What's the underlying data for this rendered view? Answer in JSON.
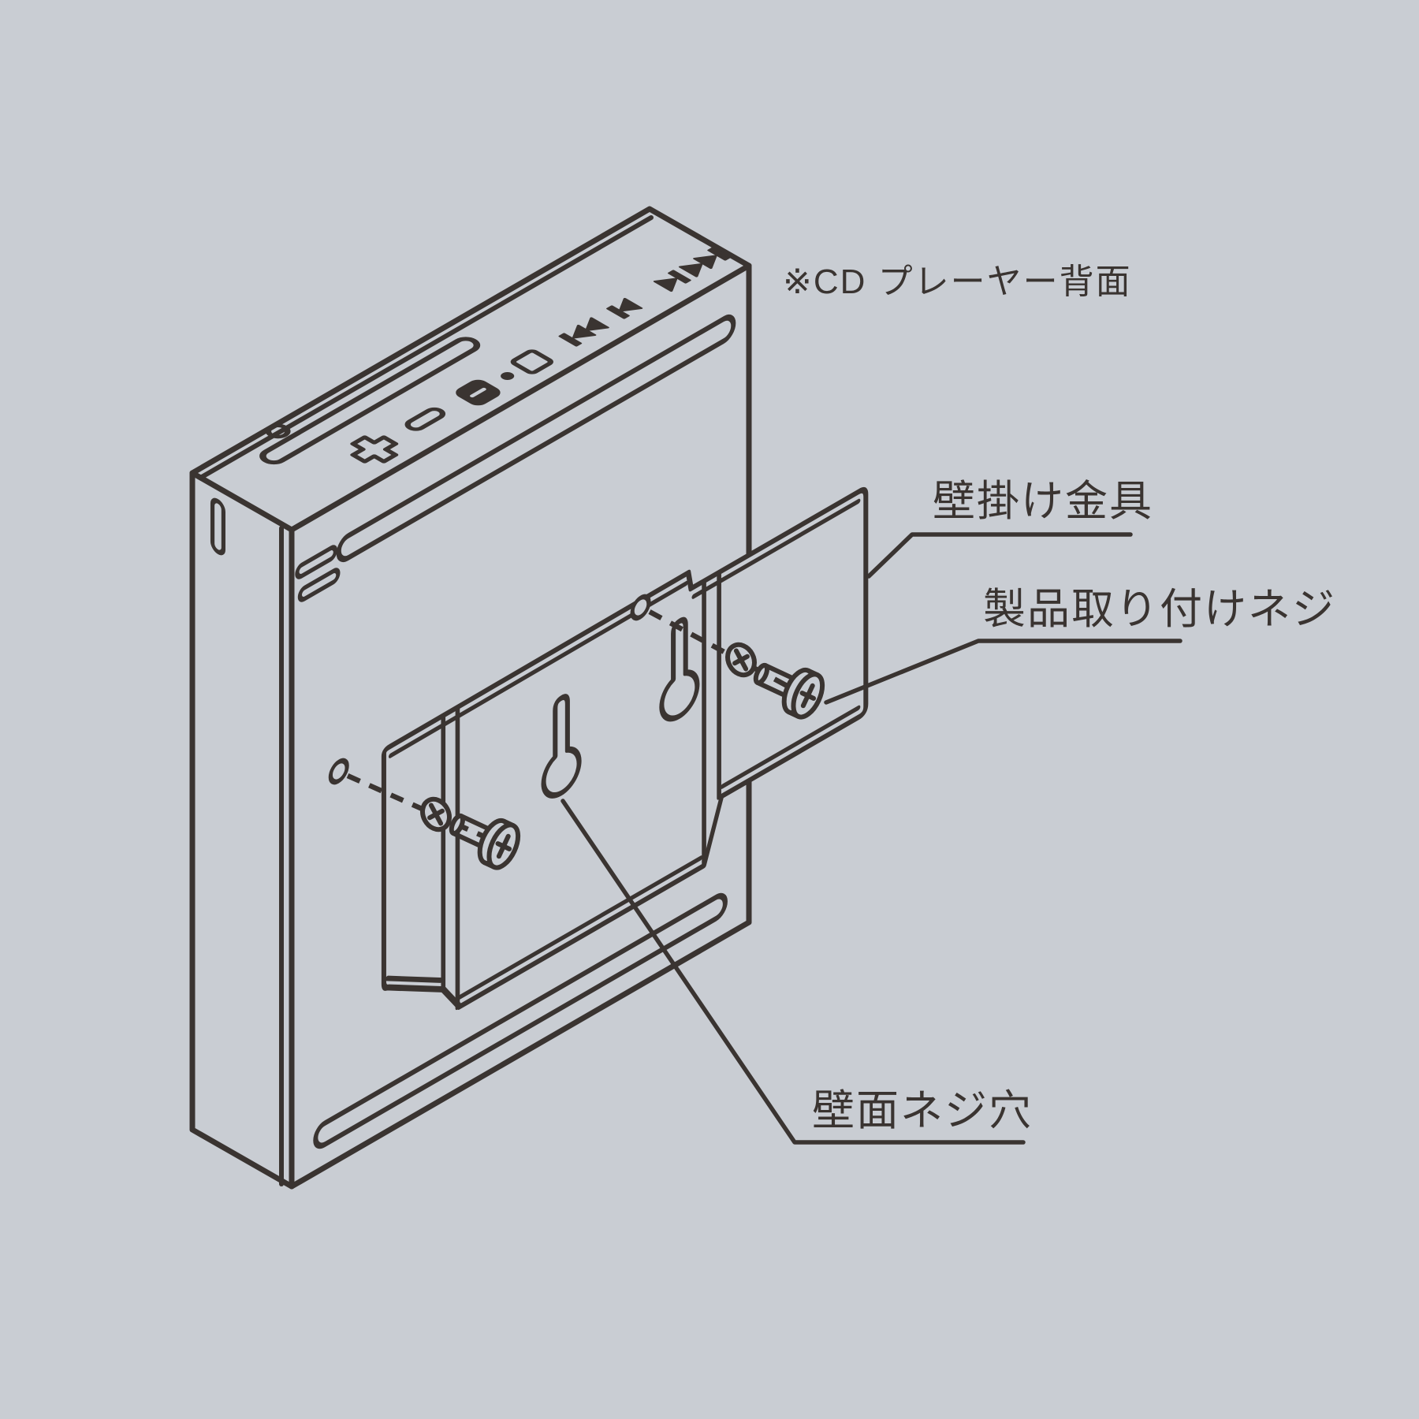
{
  "diagram": {
    "title": "CD player wall-mount installation diagram",
    "colors": {
      "background": "#c9cdd3",
      "line": "#3a3431"
    },
    "labels": {
      "device_note": "※CD プレーヤー背面",
      "bracket": "壁掛け金具",
      "mount_screw": "製品取り付けネジ",
      "wall_screw_hole": "壁面ネジ穴"
    },
    "parts": [
      {
        "id": "cd-player-back",
        "label": "※CD プレーヤー背面"
      },
      {
        "id": "wall-mount-bracket",
        "label": "壁掛け金具"
      },
      {
        "id": "product-mounting-screw",
        "label": "製品取り付けネジ",
        "count": 2
      },
      {
        "id": "wall-screw-keyhole",
        "label": "壁面ネジ穴",
        "count": 2
      }
    ],
    "top_controls": [
      "cross-button",
      "pill-button",
      "play-pause-button",
      "indicator-dot",
      "stop-button",
      "prev-track-button",
      "rewind-button",
      "fast-forward-button",
      "next-track-button"
    ]
  }
}
